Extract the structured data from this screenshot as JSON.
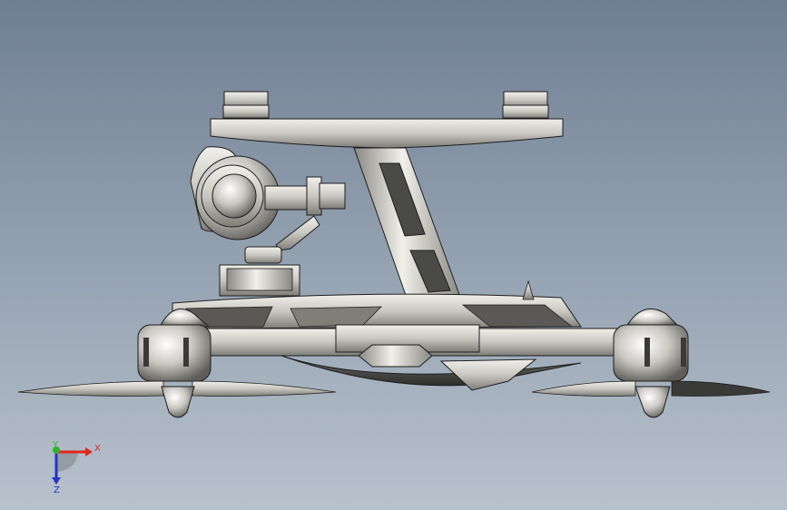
{
  "viewport": {
    "background_top": "#6f7f93",
    "background_bottom": "#b8c2cd"
  },
  "model": {
    "metal_light": "#e6e4df",
    "metal_mid": "#a9a7a1",
    "metal_dark": "#3a3a38",
    "outline": "#1e1e1e"
  },
  "triad": {
    "x_label": "X",
    "y_label": "Y",
    "z_label": "Z",
    "x_color": "#e0261c",
    "y_color": "#2fb52a",
    "z_color": "#2235c9"
  }
}
